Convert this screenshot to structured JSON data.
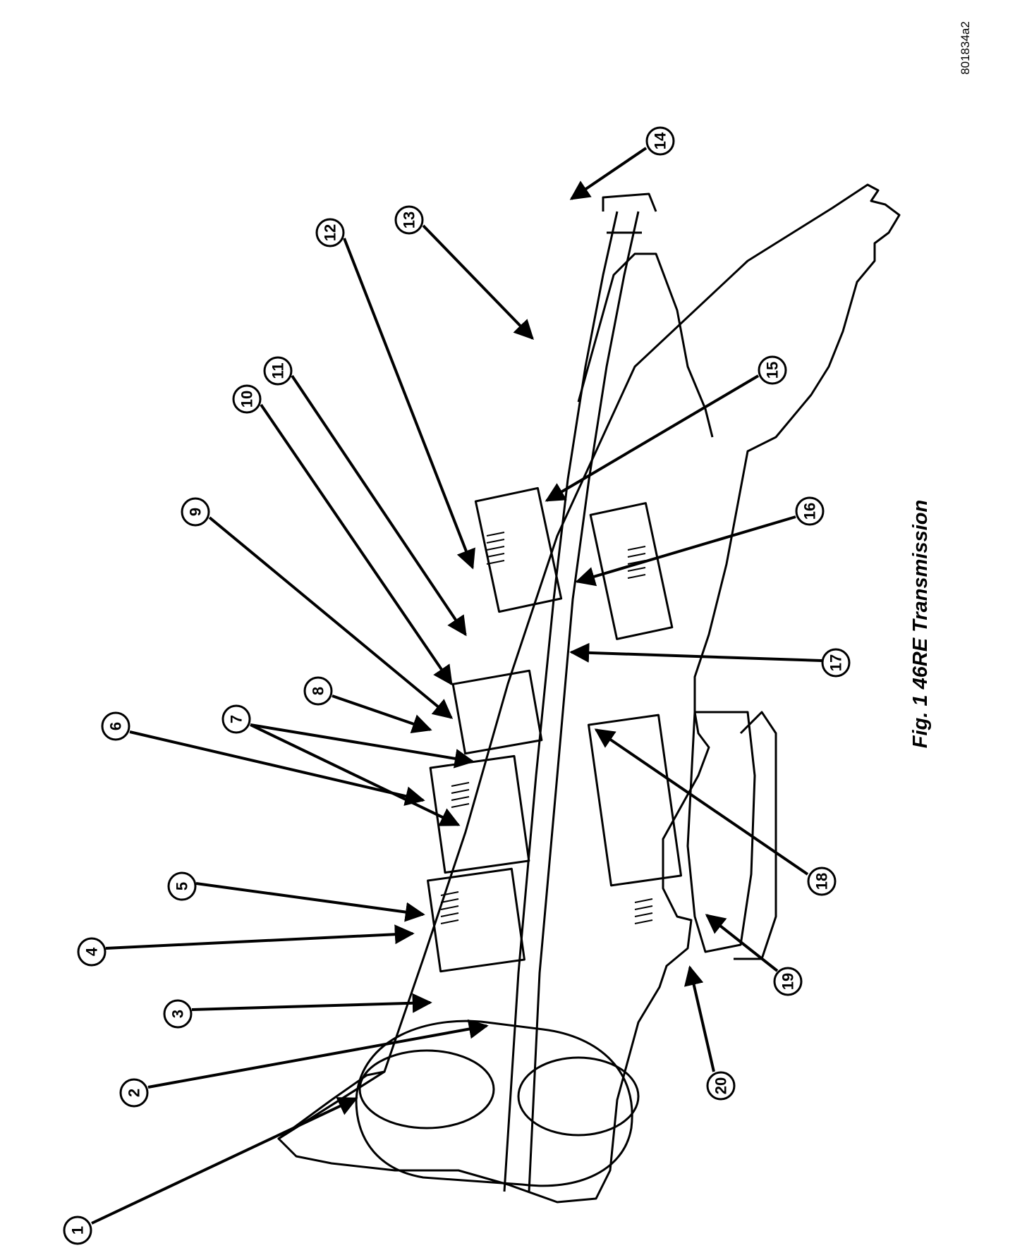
{
  "figure": {
    "caption": "Fig. 1 46RE Transmission",
    "code": "801834a2"
  },
  "callouts": [
    {
      "number": "1"
    },
    {
      "number": "2"
    },
    {
      "number": "3"
    },
    {
      "number": "4"
    },
    {
      "number": "5"
    },
    {
      "number": "6"
    },
    {
      "number": "7"
    },
    {
      "number": "8"
    },
    {
      "number": "9"
    },
    {
      "number": "10"
    },
    {
      "number": "11"
    },
    {
      "number": "12"
    },
    {
      "number": "13"
    },
    {
      "number": "14"
    },
    {
      "number": "15"
    },
    {
      "number": "16"
    },
    {
      "number": "17"
    },
    {
      "number": "18"
    },
    {
      "number": "19"
    },
    {
      "number": "20"
    }
  ]
}
